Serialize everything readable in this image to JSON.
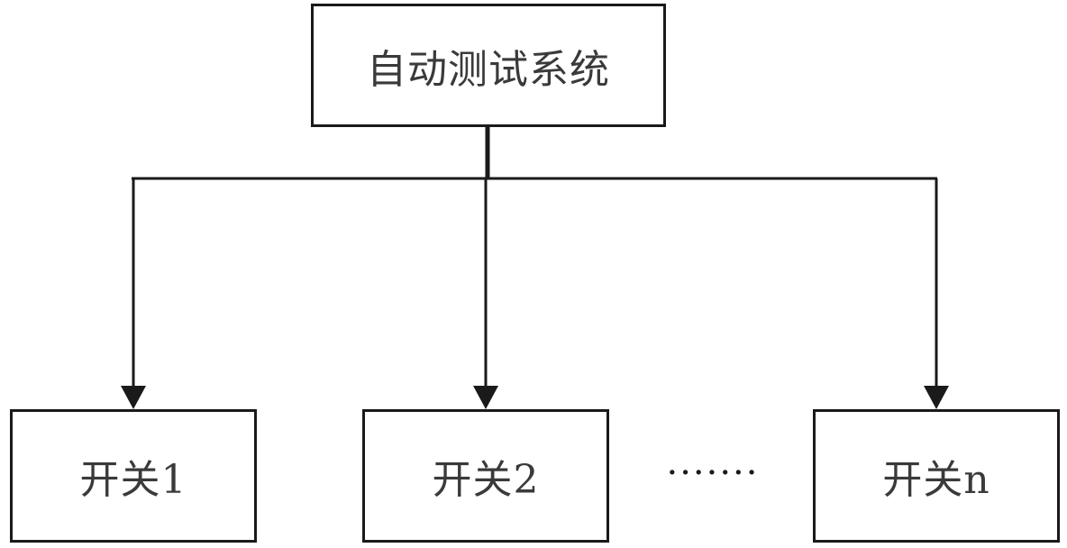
{
  "diagram": {
    "root": {
      "label": "自动测试系统"
    },
    "switches": [
      {
        "label": "开关1"
      },
      {
        "label": "开关2"
      },
      {
        "label": "开关n"
      }
    ],
    "ellipsis": "·······",
    "line_color": "#1a1a1a",
    "border_color": "#1a1a1a"
  }
}
